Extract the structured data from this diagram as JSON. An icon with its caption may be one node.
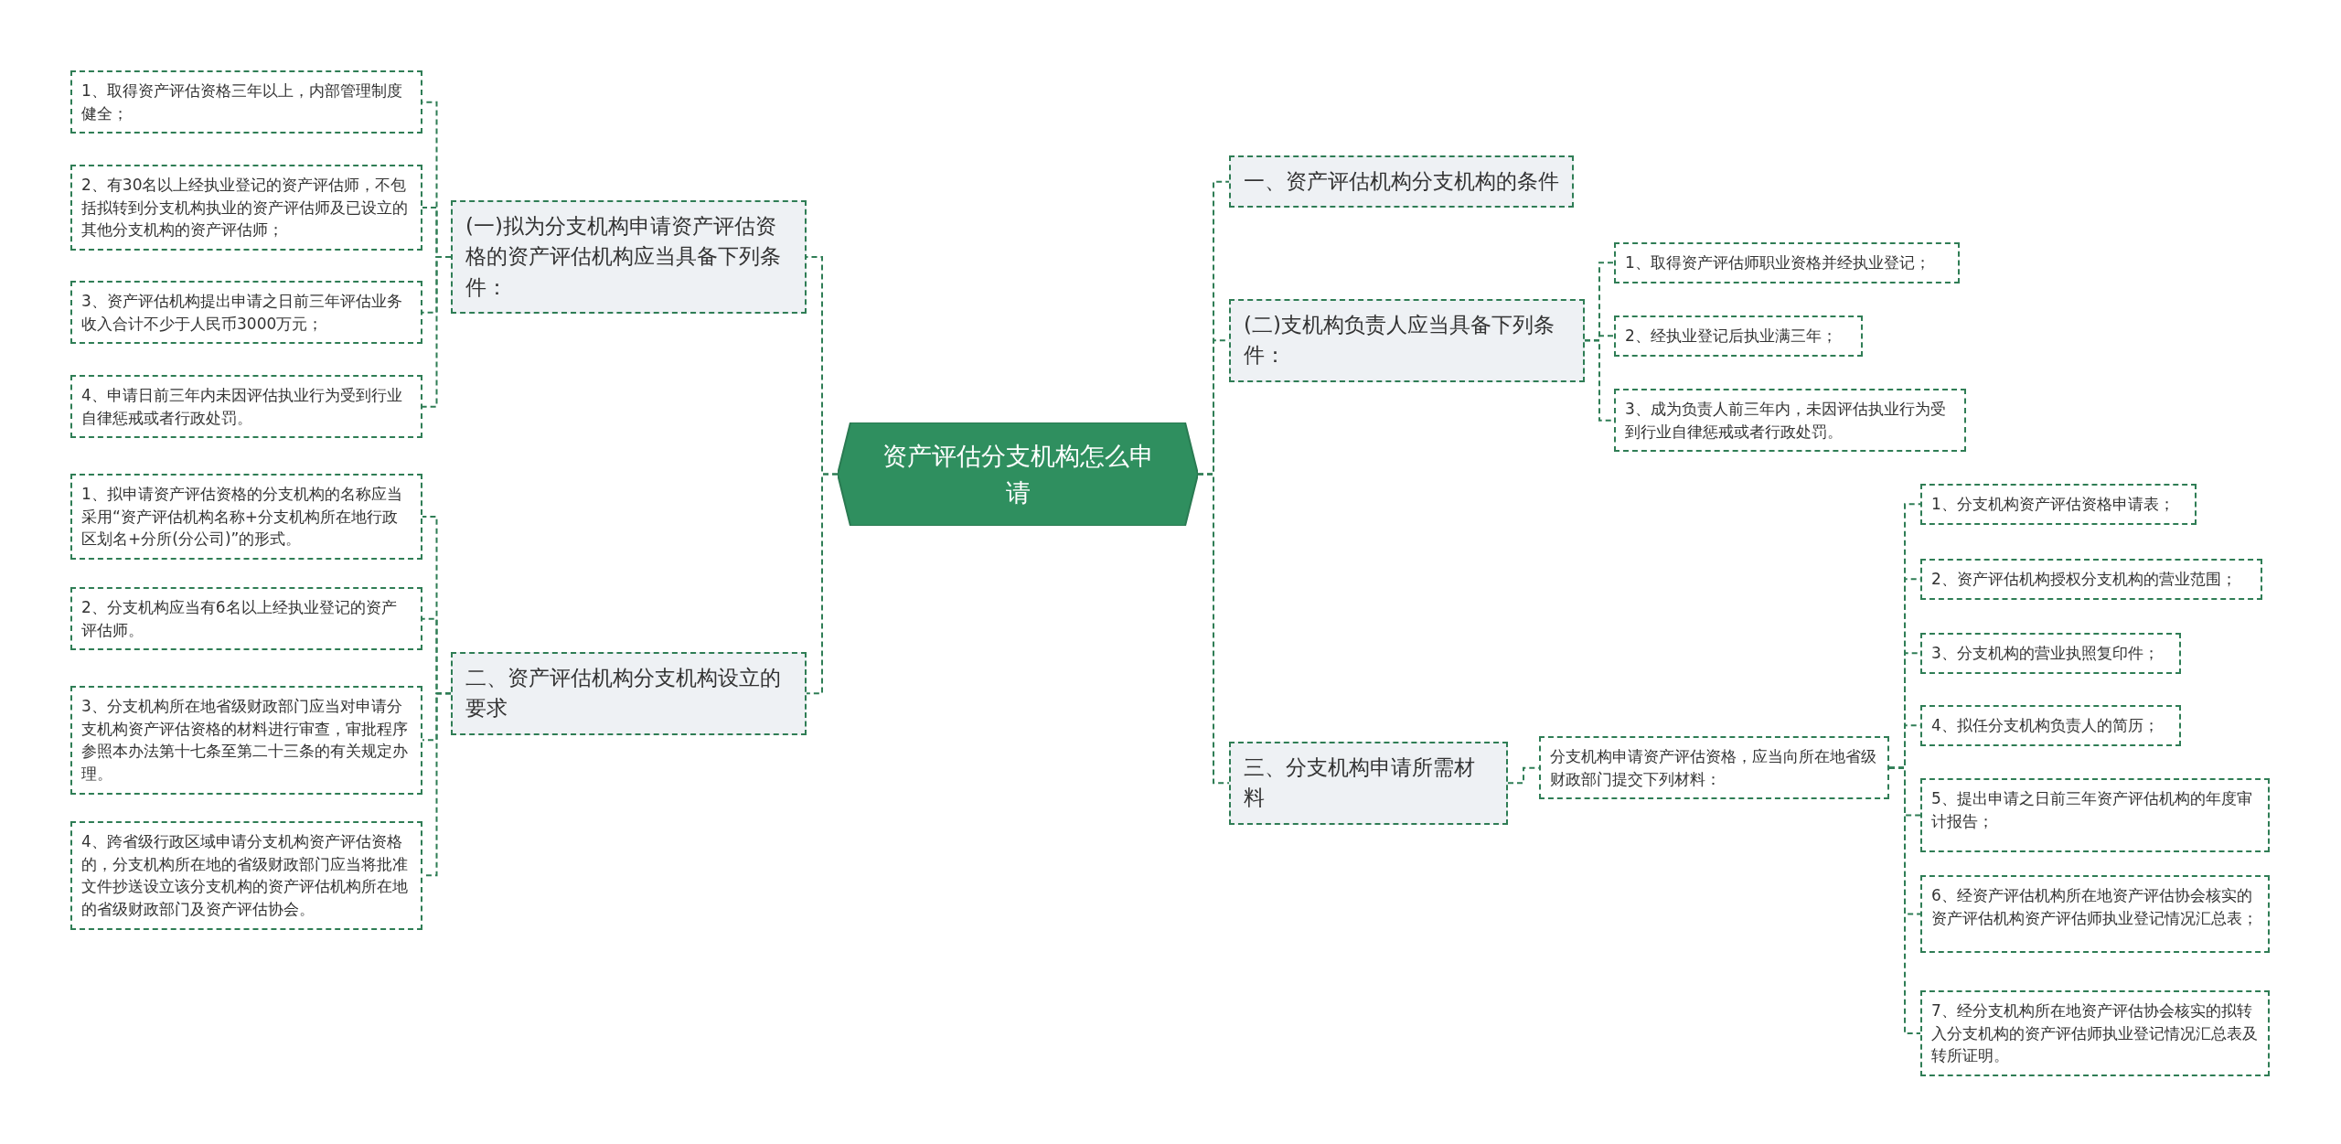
{
  "diagram": {
    "nodes": [
      {
        "text": [
          "资产评估分支机构怎么申请"
        ]
      },
      {
        "text": [
          "(一)拟为分支机构申请资产评估资格的资产评估机构应当具备下列条件："
        ]
      },
      {
        "text": [
          "1、取得资产评估资格三年以上，内部管理制度健全；"
        ]
      },
      {
        "text": [
          "2、有30名以上经执业登记的资产评估师，不包括拟转到分支机构执业的资产评估师及已设立的其他分支机构的资产评估师；"
        ]
      },
      {
        "text": [
          "3、资产评估机构提出申请之日前三年评估业务收入合计不少于人民币3000万元；"
        ]
      },
      {
        "text": [
          "4、申请日前三年内未因评估执业行为受到行业自律惩戒或者行政处罚。"
        ]
      },
      {
        "text": [
          "二、资产评估机构分支机构设立的要求"
        ]
      },
      {
        "text": [
          "1、拟申请资产评估资格的分支机构的名称应当采用“资产评估机构名称+分支机构所在地行政区划名+分所(分公司)”的形式。"
        ]
      },
      {
        "text": [
          "2、分支机构应当有6名以上经执业登记的资产评估师。"
        ]
      },
      {
        "text": [
          "3、分支机构所在地省级财政部门应当对申请分支机构资产评估资格的材料进行审查，审批程序参照本办法第十七条至第二十三条的有关规定办理。"
        ]
      },
      {
        "text": [
          "4、跨省级行政区域申请分支机构资产评估资格的，分支机构所在地的省级财政部门应当将批准文件抄送设立该分支机构的资产评估机构所在地的省级财政部门及资产评估协会。"
        ]
      },
      {
        "text": [
          "一、资产评估机构分支机构的条件"
        ]
      },
      {
        "text": [
          "(二)支机构负责人应当具备下列条件："
        ]
      },
      {
        "text": [
          "1、取得资产评估师职业资格并经执业登记；"
        ]
      },
      {
        "text": [
          "2、经执业登记后执业满三年；"
        ]
      },
      {
        "text": [
          "3、成为负责人前三年内，未因评估执业行为受到行业自律惩戒或者行政处罚。"
        ]
      },
      {
        "text": [
          "三、分支机构申请所需材料"
        ]
      },
      {
        "text": [
          "分支机构申请资产评估资格，应当向所在地省级财政部门提交下列材料："
        ]
      },
      {
        "text": [
          "1、分支机构资产评估资格申请表；"
        ]
      },
      {
        "text": [
          "2、资产评估机构授权分支机构的营业范围；"
        ]
      },
      {
        "text": [
          "3、分支机构的营业执照复印件；"
        ]
      },
      {
        "text": [
          "4、拟任分支机构负责人的简历；"
        ]
      },
      {
        "text": [
          "5、提出申请之日前三年资产评估机构的年度审计报告；"
        ]
      },
      {
        "text": [
          "6、经资产评估机构所在地资产评估协会核实的资产评估机构资产评估师执业登记情况汇总表；"
        ]
      },
      {
        "text": [
          "7、经分支机构所在地资产评估协会核实的拟转入分支机构的资产评估师执业登记情况汇总表及转所证明。"
        ]
      }
    ],
    "edges": [
      {
        "from": 0,
        "to": 1,
        "arrow": "none"
      },
      {
        "from": 1,
        "to": 2,
        "arrow": "none"
      },
      {
        "from": 1,
        "to": 3,
        "arrow": "none"
      },
      {
        "from": 1,
        "to": 4,
        "arrow": "none"
      },
      {
        "from": 1,
        "to": 5,
        "arrow": "none"
      },
      {
        "from": 0,
        "to": 6,
        "arrow": "none"
      },
      {
        "from": 6,
        "to": 7,
        "arrow": "none"
      },
      {
        "from": 6,
        "to": 8,
        "arrow": "none"
      },
      {
        "from": 6,
        "to": 9,
        "arrow": "none"
      },
      {
        "from": 6,
        "to": 10,
        "arrow": "none"
      },
      {
        "from": 0,
        "to": 11,
        "arrow": "none"
      },
      {
        "from": 0,
        "to": 12,
        "arrow": "none"
      },
      {
        "from": 12,
        "to": 13,
        "arrow": "none"
      },
      {
        "from": 12,
        "to": 14,
        "arrow": "none"
      },
      {
        "from": 12,
        "to": 15,
        "arrow": "none"
      },
      {
        "from": 0,
        "to": 16,
        "arrow": "none"
      },
      {
        "from": 16,
        "to": 17,
        "arrow": "none"
      },
      {
        "from": 17,
        "to": 18,
        "arrow": "none"
      },
      {
        "from": 17,
        "to": 19,
        "arrow": "none"
      },
      {
        "from": 17,
        "to": 20,
        "arrow": "none"
      },
      {
        "from": 17,
        "to": 21,
        "arrow": "none"
      },
      {
        "from": 17,
        "to": 22,
        "arrow": "none"
      },
      {
        "from": 17,
        "to": 23,
        "arrow": "none"
      },
      {
        "from": 17,
        "to": 24,
        "arrow": "none"
      }
    ]
  }
}
